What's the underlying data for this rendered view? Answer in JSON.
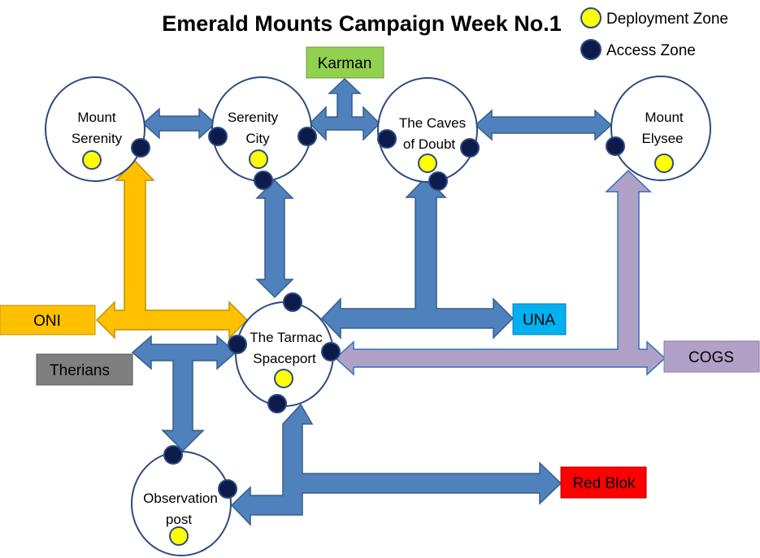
{
  "title": "Emerald Mounts Campaign Week No.1",
  "legend": {
    "deployment": "Deployment Zone",
    "access": "Access Zone"
  },
  "colors": {
    "node_stroke": "#2b4a80",
    "deploy_fill": "#ffff00",
    "access_fill": "#0d1b4a",
    "arrow_blue": "#4f81bd",
    "arrow_orange": "#ffc000",
    "arrow_purple": "#b1a0c7",
    "karman": "#92d050",
    "oni": "#ffc000",
    "una": "#00b0f0",
    "cogs": "#b1a0c7",
    "therians": "#7f7f7f",
    "red_blok": "#ff0000"
  },
  "nodes": {
    "mount_serenity": [
      "Mount",
      "Serenity"
    ],
    "serenity_city": [
      "Serenity",
      "City"
    ],
    "caves_of_doubt": [
      "The Caves",
      "of Doubt"
    ],
    "mount_elysee": [
      "Mount",
      "Elysee"
    ],
    "tarmac_spaceport": [
      "The Tarmac",
      "Spaceport"
    ],
    "observation_post": [
      "Observation",
      "post"
    ]
  },
  "factions": {
    "karman": "Karman",
    "oni": "ONI",
    "una": "UNA",
    "cogs": "COGS",
    "therians": "Therians",
    "red_blok": "Red Blok"
  }
}
